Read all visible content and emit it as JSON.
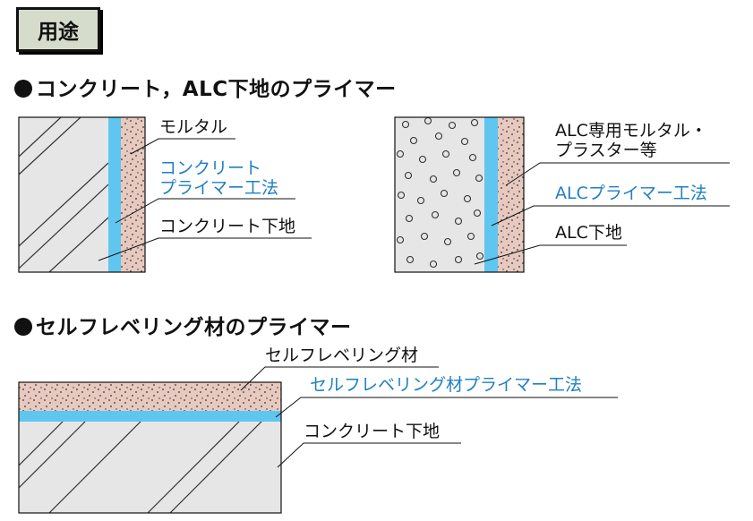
{
  "badge": {
    "label": "用途"
  },
  "section1": {
    "heading": "コンクリート，ALC下地のプライマー",
    "left": {
      "mortar": "モルタル",
      "primer_line1": "コンクリート",
      "primer_line2": "プライマー工法",
      "substrate": "コンクリート下地"
    },
    "right": {
      "mortar_line1": "ALC専用モルタル・",
      "mortar_line2": "プラスター等",
      "primer": "ALCプライマー工法",
      "substrate": "ALC下地"
    }
  },
  "section2": {
    "heading": "セルフレベリング材のプライマー",
    "leveling": "セルフレベリング材",
    "primer": "セルフレベリング材プライマー工法",
    "substrate": "コンクリート下地"
  },
  "colors": {
    "concrete": "#e6e6e6",
    "primer_layer": "#5fc6f0",
    "mortar_layer": "#e7c9bf",
    "outline": "#111111",
    "blue_text": "#1f7fc4",
    "badge_bg": "#d5dccb"
  }
}
